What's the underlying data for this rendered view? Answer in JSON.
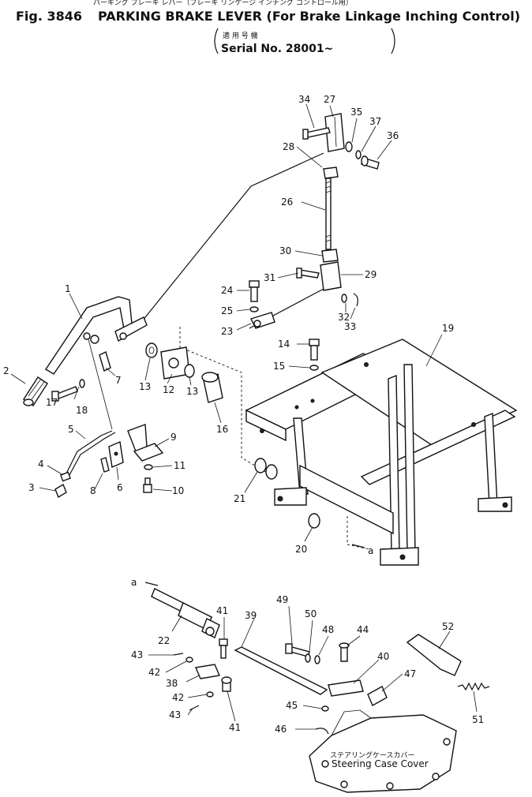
{
  "header": {
    "jp_title": "パーキング ブレーキ レバー（ブレーキ リンケージ インチング コントロール用）",
    "figure_number": "Fig. 3846",
    "title": "PARKING BRAKE LEVER (For Brake Linkage Inching Control)",
    "applicability_jp": "適 用 号 機",
    "serial": "Serial No. 28001~"
  },
  "annotations": {
    "steering_case_cover_jp": "ステアリングケースカバー",
    "steering_case_cover": "Steering Case Cover",
    "connector_a_top": "a",
    "connector_a_bottom": "a"
  },
  "callouts": [
    "1",
    "2",
    "3",
    "4",
    "5",
    "6",
    "7",
    "8",
    "9",
    "10",
    "11",
    "12",
    "13",
    "13",
    "14",
    "15",
    "16",
    "17",
    "18",
    "19",
    "20",
    "21",
    "22",
    "23",
    "24",
    "25",
    "26",
    "27",
    "28",
    "29",
    "30",
    "31",
    "32",
    "33",
    "34",
    "35",
    "36",
    "37",
    "38",
    "39",
    "40",
    "41",
    "41",
    "42",
    "42",
    "43",
    "43",
    "44",
    "45",
    "46",
    "47",
    "48",
    "49",
    "50",
    "51",
    "52"
  ]
}
